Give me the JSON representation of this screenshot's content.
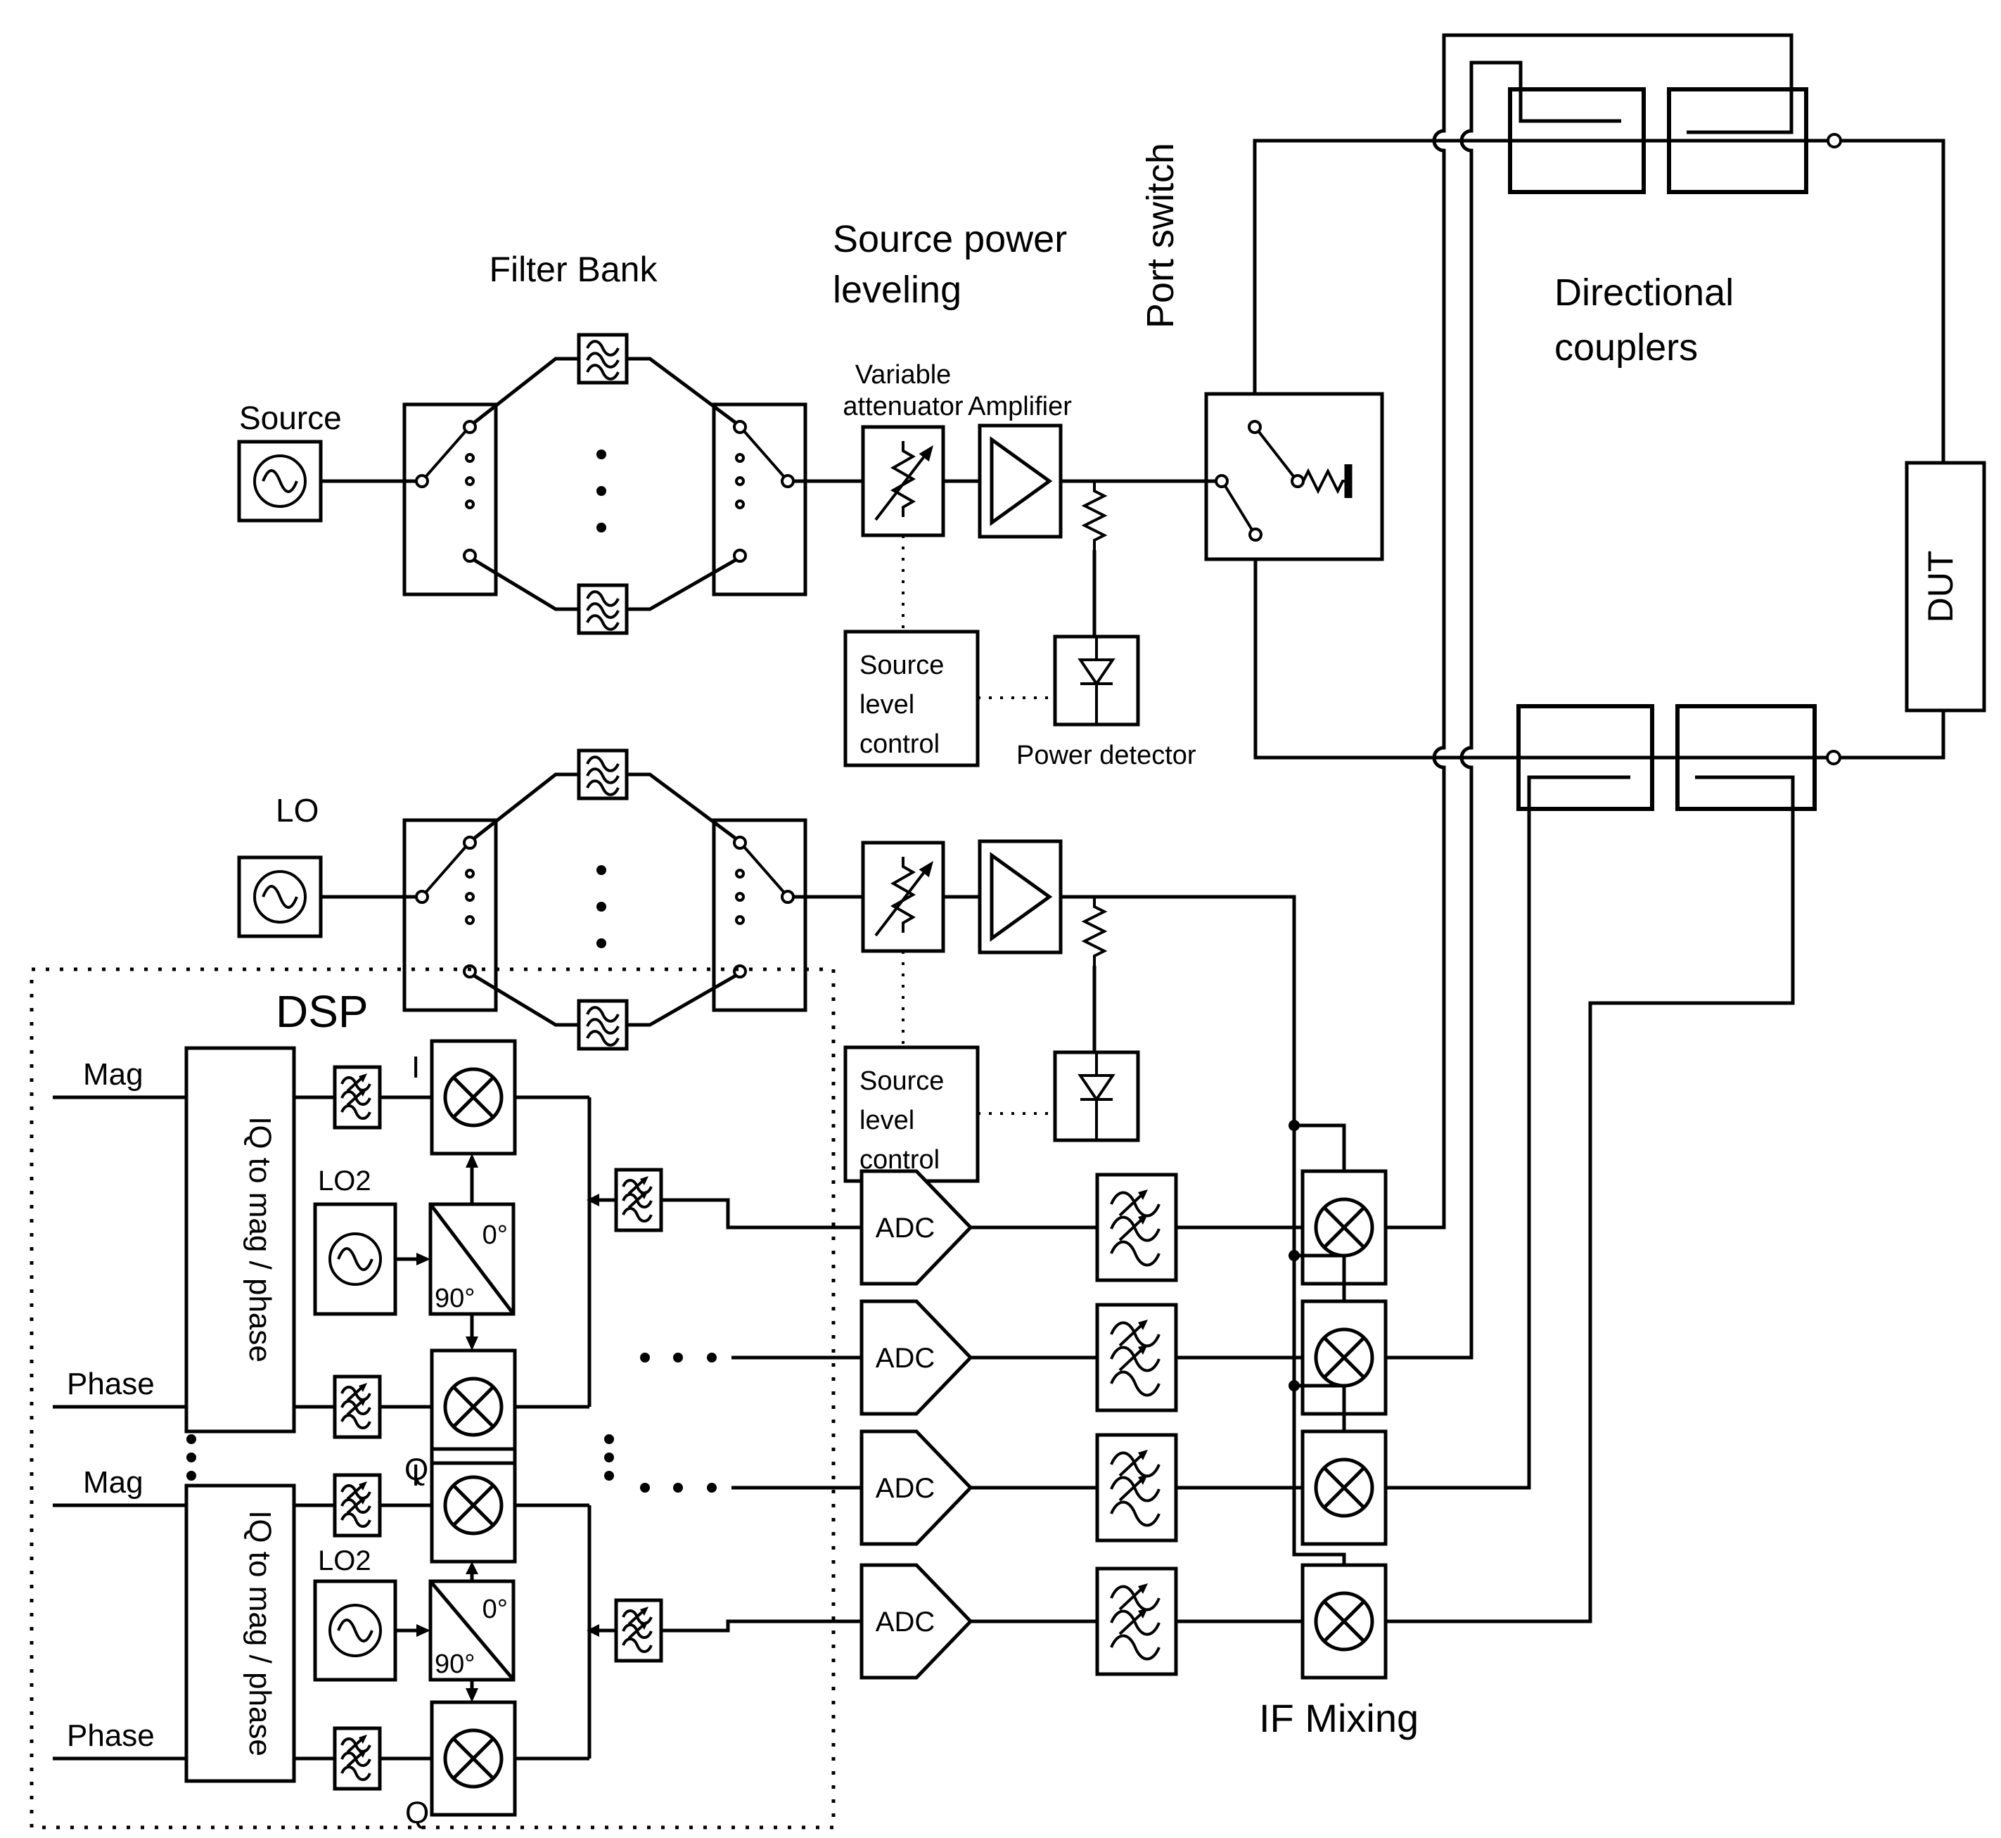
{
  "title": "Vector network analyzer block diagram",
  "colors": {
    "line": "#000000",
    "background": "#ffffff"
  },
  "labels": {
    "filter_bank": "Filter Bank",
    "source": "Source",
    "lo": "LO",
    "source_power_leveling_1": "Source power",
    "source_power_leveling_2": "leveling",
    "variable_attenuator_1": "Variable",
    "variable_attenuator_2": "attenuator",
    "amplifier": "Amplifier",
    "port_switch": "Port switch",
    "directional_couplers_1": "Directional",
    "directional_couplers_2": "couplers",
    "dut": "DUT",
    "source_level_control_1": "Source",
    "source_level_control_2": "level",
    "source_level_control_3": "control",
    "power_detector": "Power detector",
    "dsp": "DSP",
    "mag": "Mag",
    "phase": "Phase",
    "iq_to_mag_phase": "IQ to mag / phase",
    "lo2": "LO2",
    "deg0": "0°",
    "deg90": "90°",
    "i": "I",
    "q": "Q",
    "adc": "ADC",
    "if_mixing": "IF Mixing"
  },
  "icons": {
    "oscillator": "sine-wave-in-circle",
    "filter": "triple-wavy-lines",
    "tunable_filter": "triple-wavy-lines-with-arrows",
    "mixer": "circle-with-x",
    "amplifier": "right-pointing-triangle",
    "variable_attenuator": "zigzag-resistor-with-arrow",
    "power_detector": "diode",
    "resistor": "zigzag",
    "termination": "ground-bar",
    "switch": "multi-throw-contact-arm",
    "quadrature_splitter": "box-with-diagonal-0-90",
    "directional_coupler": "coupled-line-box",
    "adc_block": "pentagon-arrow"
  }
}
